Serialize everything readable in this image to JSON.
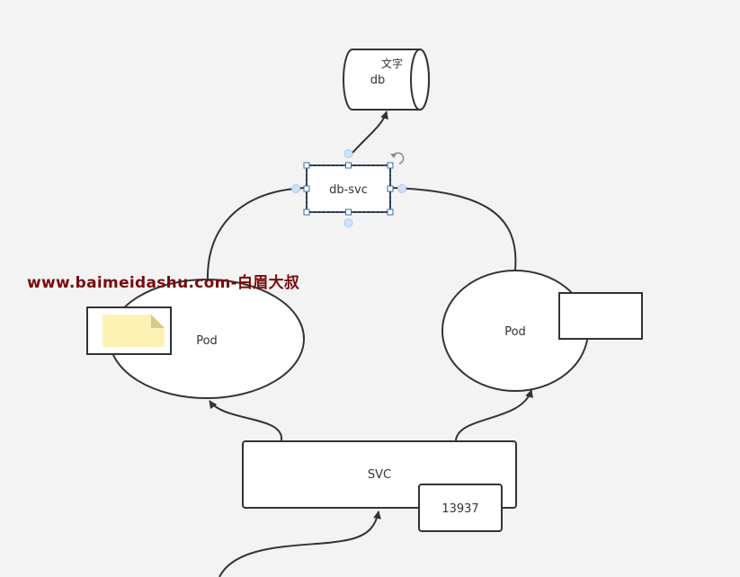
{
  "diagram": {
    "db": {
      "label": "db",
      "annotation": "文字"
    },
    "db_svc": {
      "label": "db-svc"
    },
    "pod_left": {
      "label": "Pod"
    },
    "pod_right": {
      "label": "Pod"
    },
    "svc": {
      "label": "SVC"
    },
    "port": {
      "label": "13937"
    }
  },
  "watermark": {
    "text": "www.baimeidashu.com-白眉大叔"
  },
  "colors": {
    "canvas": "#f3f3f3",
    "stroke": "#333333",
    "selection": "#3a6ea5",
    "handle_fill": "#dbe9ff",
    "note_fill": "#fdf2b3",
    "watermark": "#7a0a0a"
  }
}
